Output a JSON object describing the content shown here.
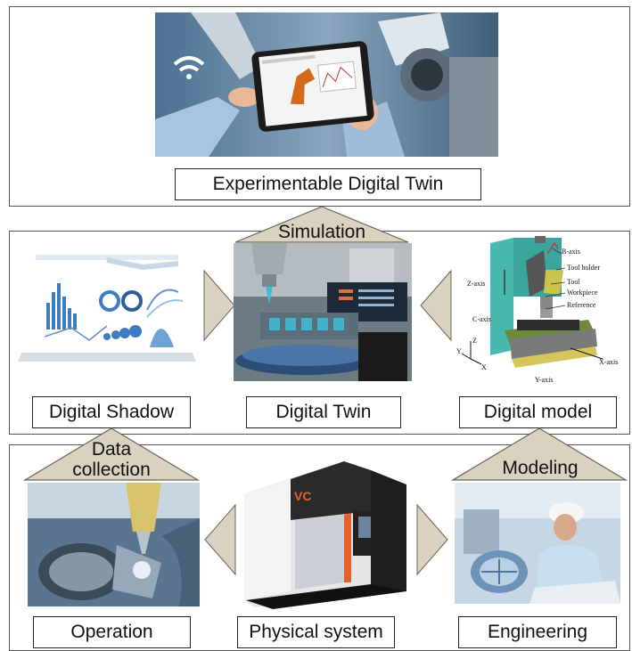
{
  "top": {
    "label": "Experimentable Digital Twin"
  },
  "middle": {
    "left_label": "Digital Shadow",
    "center_label": "Digital Twin",
    "right_label": "Digital model",
    "transition_label": "Simulation",
    "model_annotations": {
      "b_axis": "B-axis",
      "tool_holder": "Tool holder",
      "tool": "Tool",
      "workpiece": "Workpiece",
      "reference": "Reference",
      "z_axis": "Z-axis",
      "c_axis": "C-axis",
      "x_axis": "X-axis",
      "y_axis": "Y-axis",
      "coord_z": "Z",
      "coord_y": "Y",
      "coord_x": "X"
    }
  },
  "bottom": {
    "left_label": "Operation",
    "center_label": "Physical system",
    "right_label": "Engineering",
    "left_transition_line1": "Data",
    "left_transition_line2": "collection",
    "right_transition_label": "Modeling",
    "machine_brand": "VC"
  },
  "colors": {
    "arrow_fill": "#d9d2c0",
    "arrow_stroke": "#6b6656",
    "panel_border": "#555555"
  }
}
